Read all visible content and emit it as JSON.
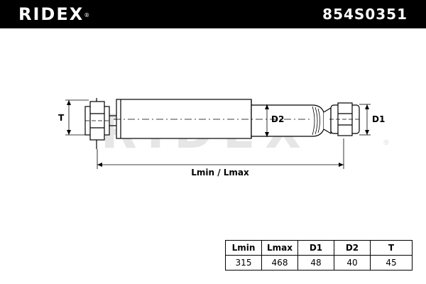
{
  "header": {
    "brand": "RIDEX",
    "registered_mark": "®",
    "part_number": "854S0351"
  },
  "watermark": {
    "text": "RIDEX",
    "mark": "®"
  },
  "diagram": {
    "label_t": "T",
    "label_d1": "D1",
    "label_d2": "D2",
    "label_length": "Lmin / Lmax"
  },
  "specs": {
    "headers": [
      "Lmin",
      "Lmax",
      "D1",
      "D2",
      "T"
    ],
    "values": [
      "315",
      "468",
      "48",
      "40",
      "45"
    ]
  }
}
